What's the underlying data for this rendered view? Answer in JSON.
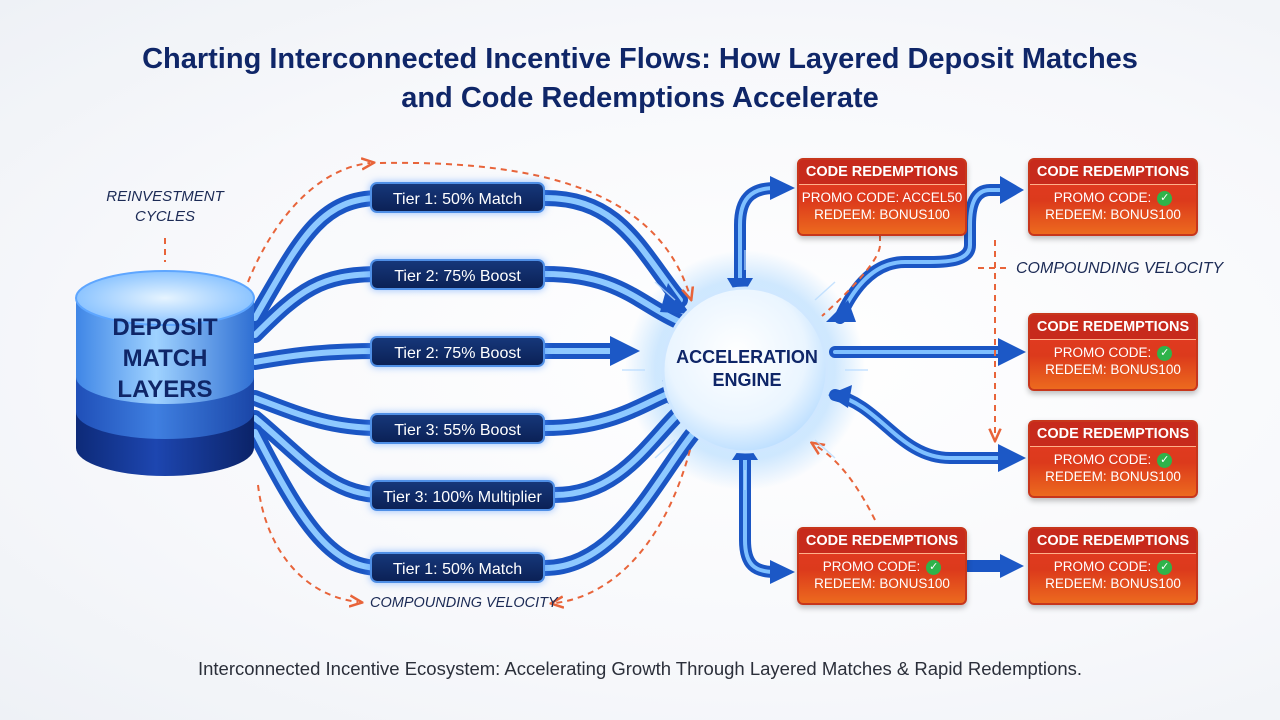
{
  "title": "Charting Interconnected Incentive Flows: How Layered Deposit Matches and Code Redemptions Accelerate",
  "caption": "Interconnected Incentive Ecosystem: Accelerating Growth Through Layered Matches & Rapid Redemptions.",
  "deposit": {
    "label": "DEPOSIT MATCH LAYERS"
  },
  "engine": {
    "label": "ACCELERATION ENGINE"
  },
  "labels": {
    "reinvestment": "REINVESTMENT CYCLES",
    "compounding_bottom": "COMPOUNDING VELOCITY",
    "compounding_right": "COMPOUNDING VELOCITY"
  },
  "tiers": [
    {
      "label": "Tier 1: 50% Match"
    },
    {
      "label": "Tier 2: 75% Boost"
    },
    {
      "label": "Tier 2: 75% Boost"
    },
    {
      "label": "Tier 3: 55% Boost"
    },
    {
      "label": "Tier 3: 100% Multiplier"
    },
    {
      "label": "Tier 1: 50% Match"
    }
  ],
  "redemptions": [
    {
      "header": "CODE REDEMPTIONS",
      "line1": "PROMO CODE: ACCEL50",
      "line2": "REDEEM: BONUS100",
      "verified": false
    },
    {
      "header": "CODE REDEMPTIONS",
      "line1": "PROMO CODE:",
      "line2": "REDEEM: BONUS100",
      "verified": true
    },
    {
      "header": "CODE REDEMPTIONS",
      "line1": "PROMO CODE:",
      "line2": "REDEEM: BONUS100",
      "verified": true
    },
    {
      "header": "CODE REDEMPTIONS",
      "line1": "PROMO CODE:",
      "line2": "REDEEM: BONUS100",
      "verified": true
    },
    {
      "header": "CODE REDEMPTIONS",
      "line1": "PROMO CODE:",
      "line2": "REDEEM: BONUS100",
      "verified": true
    },
    {
      "header": "CODE REDEMPTIONS",
      "line1": "PROMO CODE:",
      "line2": "REDEEM: BONUS100",
      "verified": true
    }
  ],
  "colors": {
    "title": "#0f2668",
    "flow_blue": "#1e5fd0",
    "flow_light": "#9fd0ff",
    "redemption_red": "#e23b24",
    "dashed_orange": "#e8643a",
    "check_green": "#2fb34a"
  }
}
